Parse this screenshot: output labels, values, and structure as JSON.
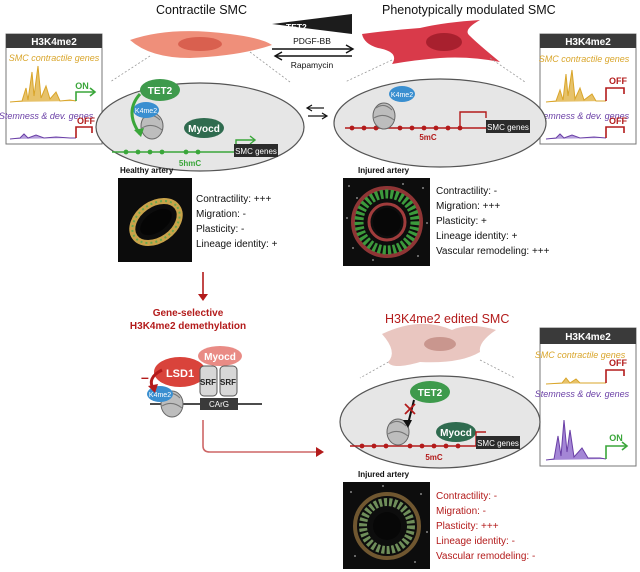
{
  "titles": {
    "contractile": "Contractile SMC",
    "modulated": "Phenotypically modulated SMC",
    "edited": "H3K4me2 edited SMC"
  },
  "stimulus": {
    "tet2": "TET2",
    "pdgf": "PDGF-BB",
    "rapamycin": "Rapamycin"
  },
  "histone_panels": {
    "header": "H3K4me2",
    "contractile_label": "SMC contractile genes",
    "stemness_label": "Stemness & dev. genes",
    "on": "ON",
    "off": "OFF"
  },
  "nucleus": {
    "tet2": "TET2",
    "k4me2": "K4me2",
    "myocd": "Myocd",
    "smc_genes": "SMC genes",
    "hmc": "5hmC",
    "mc": "5mC"
  },
  "healthy": {
    "title": "Healthy artery",
    "lines": [
      "Contractility: +++",
      "Migration: -",
      "Plasticity: -",
      "Lineage identity: +"
    ]
  },
  "injured": {
    "title": "Injured artery",
    "lines": [
      "Contractility: -",
      "Migration: +++",
      "Plasticity: +",
      "Lineage identity: +",
      "Vascular remodeling: +++"
    ]
  },
  "demethylation": {
    "title_line1": "Gene-selective",
    "title_line2": "H3K4me2 demethylation",
    "lsd1": "LSD1",
    "myocd": "Myocd",
    "srf": "SRF",
    "carg": "CArG",
    "k4me2": "K4me2",
    "minus": "–"
  },
  "edited_injured": {
    "title": "Injured artery",
    "lines": [
      "Contractility: -",
      "Migration: -",
      "Plasticity: +++",
      "Lineage identity: -",
      "Vascular remodeling: -"
    ]
  },
  "colors": {
    "red": "#b31b1b",
    "green": "#3aa63a",
    "gold": "#d9a52a",
    "purple": "#6a3fa6",
    "tet2": "#3e9a4c",
    "k4me2": "#3a8fd0",
    "myocd": "#2f6b4f",
    "lsd1": "#d9433b"
  }
}
